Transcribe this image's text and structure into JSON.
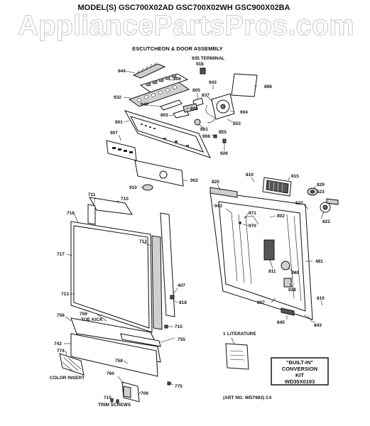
{
  "header": {
    "models": "MODEL(S) GSC700X02AD  GSC700X02WH  GSC900X02BA",
    "watermark": "AppliancePartsPros.com",
    "subtitle": "ESCUTCHEON & DOOR ASSEMBLY"
  },
  "callouts": {
    "c944": "944",
    "c935": "935 TERMINAL",
    "c915": "915",
    "c906": "906",
    "c943a": "943",
    "c896": "896",
    "c932": "932",
    "c805": "805",
    "c837": "837",
    "c946": "946",
    "c806": "806",
    "c803": "803",
    "c901": "901",
    "c904": "904",
    "c861": "861",
    "c853": "853",
    "c925": "925",
    "c907": "907",
    "c908": "908",
    "c926": "926",
    "c902": "902",
    "c910": "910",
    "c820": "820",
    "c810a": "810",
    "c815": "815",
    "c829": "829",
    "c823": "823",
    "c711": "711",
    "c710": "710",
    "c716": "716",
    "c943b": "943",
    "c971": "971",
    "c802": "802",
    "c827": "827",
    "c970": "970",
    "c822": "822",
    "c712": "712",
    "c717": "717",
    "c481": "481",
    "c811": "811",
    "c840": "840",
    "c407": "407",
    "c828": "828",
    "c713": "713",
    "c818": "818",
    "c807": "807",
    "c810b": "810",
    "c756": "756",
    "c759": "759",
    "c845": "845",
    "c843": "843",
    "c715a": "715",
    "c755": "755",
    "c742": "742",
    "c774": "774",
    "c758": "758",
    "c760": "760",
    "c775": "775",
    "c709": "709",
    "c715b": "715"
  },
  "labels": {
    "toe_kick": "TOE KICK",
    "color_insert": "COLOR INSERT",
    "trim_screws": "TRIM SCREWS",
    "literature": "LITERATURE",
    "literature_num": "1"
  },
  "conversion_kit": {
    "line1": "\"BUILT-IN\"",
    "line2": "CONVERSION",
    "line3": "KIT",
    "line4": "WD35X0193"
  },
  "art_no": "(ART NO. WD7983) C4"
}
